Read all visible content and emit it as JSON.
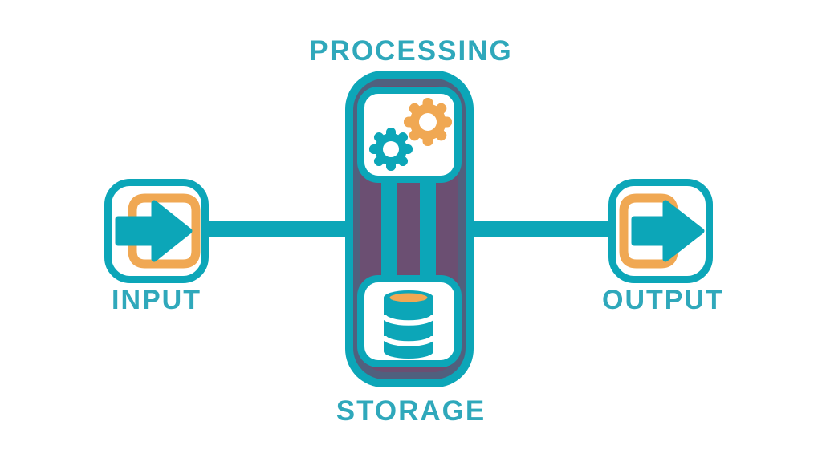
{
  "diagram": {
    "labels": {
      "processing": "PROCESSING",
      "storage": "STORAGE",
      "input": "INPUT",
      "output": "OUTPUT"
    },
    "colors": {
      "teal": "#0ca6b8",
      "teal_text": "#2fa8bb",
      "purple": "#6b4f72",
      "dark_ring": "#50607e",
      "orange": "#f0a853",
      "background": "#ffffff"
    },
    "icons": {
      "input": "arrow-right-into-bracket-icon",
      "processing": "gears-icon",
      "storage": "database-cylinder-icon",
      "output": "arrow-right-out-of-bracket-icon"
    }
  }
}
